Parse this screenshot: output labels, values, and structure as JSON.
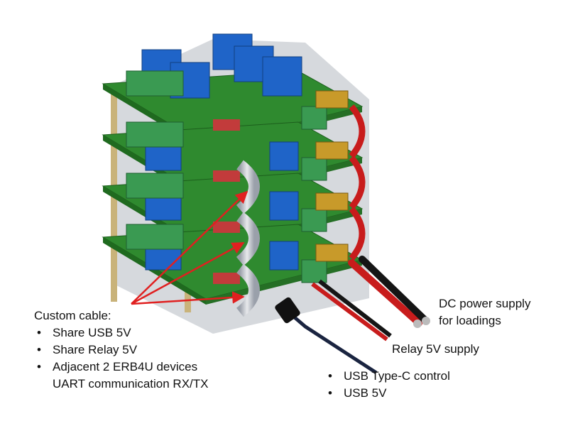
{
  "labels": {
    "custom_cable": {
      "title": "Custom cable:",
      "bullets": [
        "Share USB 5V",
        "Share Relay 5V",
        "Adjacent 2 ERB4U devices",
        "UART communication RX/TX"
      ]
    },
    "dc_power": [
      "DC power supply",
      "for loadings"
    ],
    "relay_supply": "Relay 5V supply",
    "usb": [
      "USB Type-C control",
      "USB 5V"
    ]
  },
  "colors": {
    "pcb": "#2f8a2f",
    "relay": "#1f64c8",
    "terminal": "#3a9a52",
    "standoff": "#c9b37a",
    "arrow": "#e02020",
    "cable_red": "#c81c1c",
    "cable_black": "#151515",
    "ribbon": "#c7c9cf"
  }
}
